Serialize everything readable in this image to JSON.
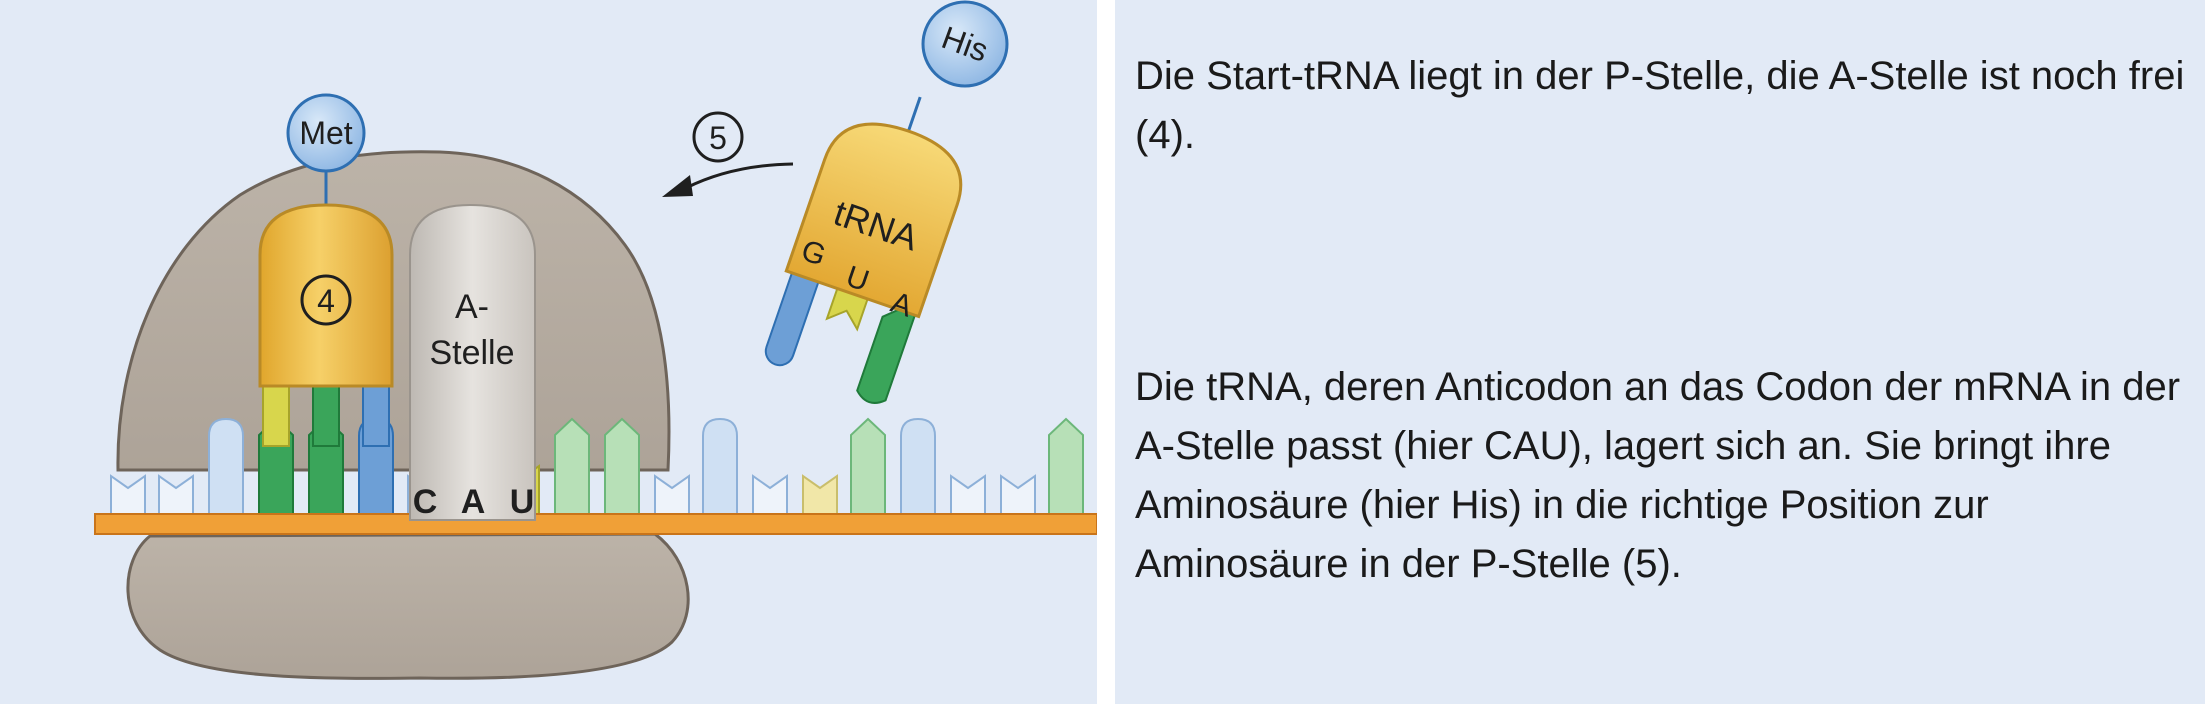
{
  "colors": {
    "background": "#e2eaf6",
    "ribosome": "#b3a99e",
    "ribosome_outline": "#6e645a",
    "trna_gold": "#f2c245",
    "mrna_strand": "#f0a037",
    "amino_acid": "#9ec3ea",
    "base_blue": "#6d9fd6",
    "base_green": "#3aa55a",
    "base_yellow": "#d8d64c",
    "base_pale": "#eef3fa"
  },
  "figure": {
    "amino_acid_p_site": "Met",
    "amino_acid_incoming": "His",
    "step_marker_p_site": "4",
    "step_marker_arrow": "5",
    "a_site_label_line1": "A-",
    "a_site_label_line2": "Stelle",
    "incoming_trna_label": "tRNA",
    "anticodon": [
      "G",
      "U",
      "A"
    ],
    "codon": [
      "C",
      "A",
      "U"
    ]
  },
  "captions": {
    "step4": "Die Start-tRNA liegt in der P-Stelle, die A-Stelle ist noch frei (4).",
    "step5": "Die tRNA, deren Anticodon an das Codon der mRNA in der A-Stelle passt (hier CAU), lagert sich an. Sie bringt ihre Aminosäure (hier His) in die richtige Position zur Aminosäure in der P-Stelle (5)."
  }
}
